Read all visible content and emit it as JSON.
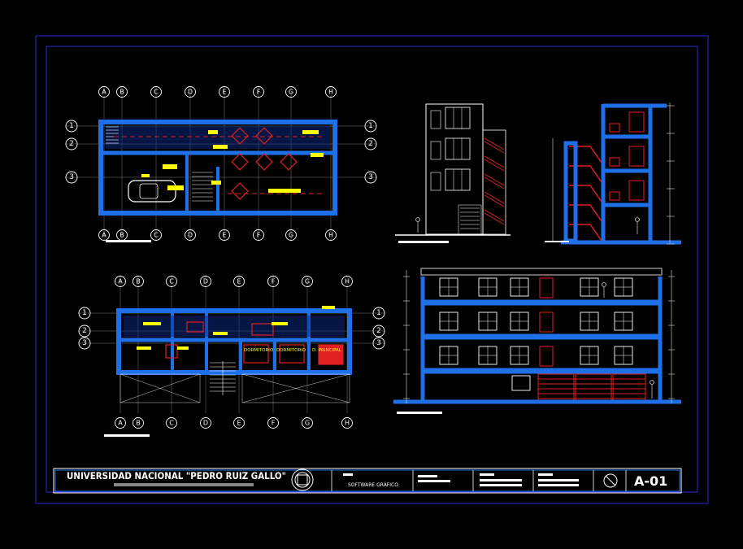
{
  "title_block": {
    "university": "UNIVERSIDAD NACIONAL \"PEDRO RUIZ GALLO\"",
    "software": "SOFTWARE GRÁFICO",
    "sheet_code": "A-01"
  },
  "grid": {
    "columns": [
      "A",
      "B",
      "C",
      "D",
      "E",
      "F",
      "G",
      "H"
    ],
    "rows": [
      "1",
      "2",
      "3"
    ]
  },
  "room_labels": [
    "DORMITORIO",
    "DORMITORIO",
    "D. PRINCIPAL"
  ],
  "colors": {
    "background": "#000000",
    "frame": "#2a2ad8",
    "wall": "#1e6fe8",
    "furniture": "#e02020",
    "text_highlight": "#ffff00",
    "lines": "#ffffff"
  }
}
